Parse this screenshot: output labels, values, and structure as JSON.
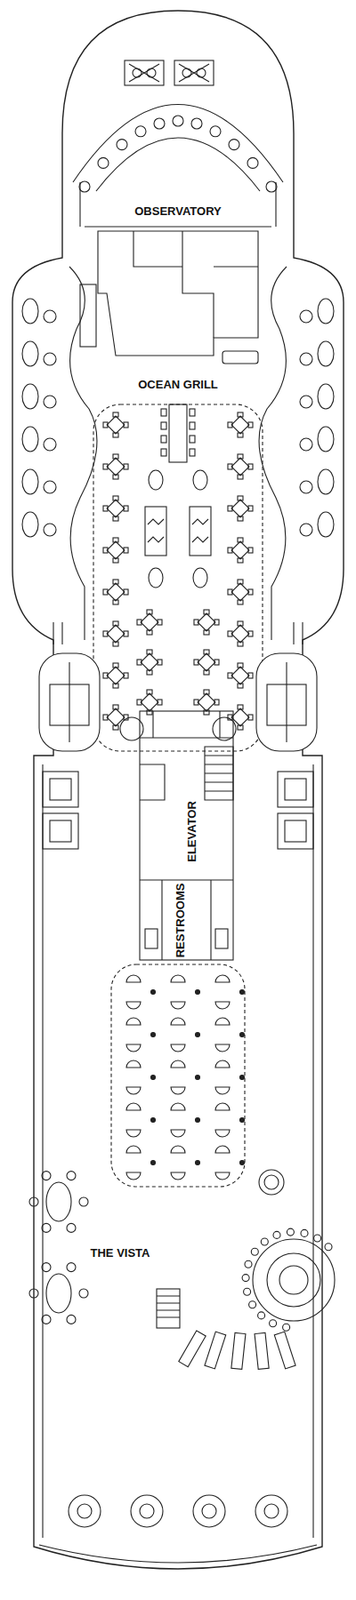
{
  "diagram": {
    "labels": [
      "OBSERVATORY",
      "OCEAN GRILL",
      "ELEVATOR",
      "RESTROOMS",
      "THE VISTA"
    ]
  }
}
